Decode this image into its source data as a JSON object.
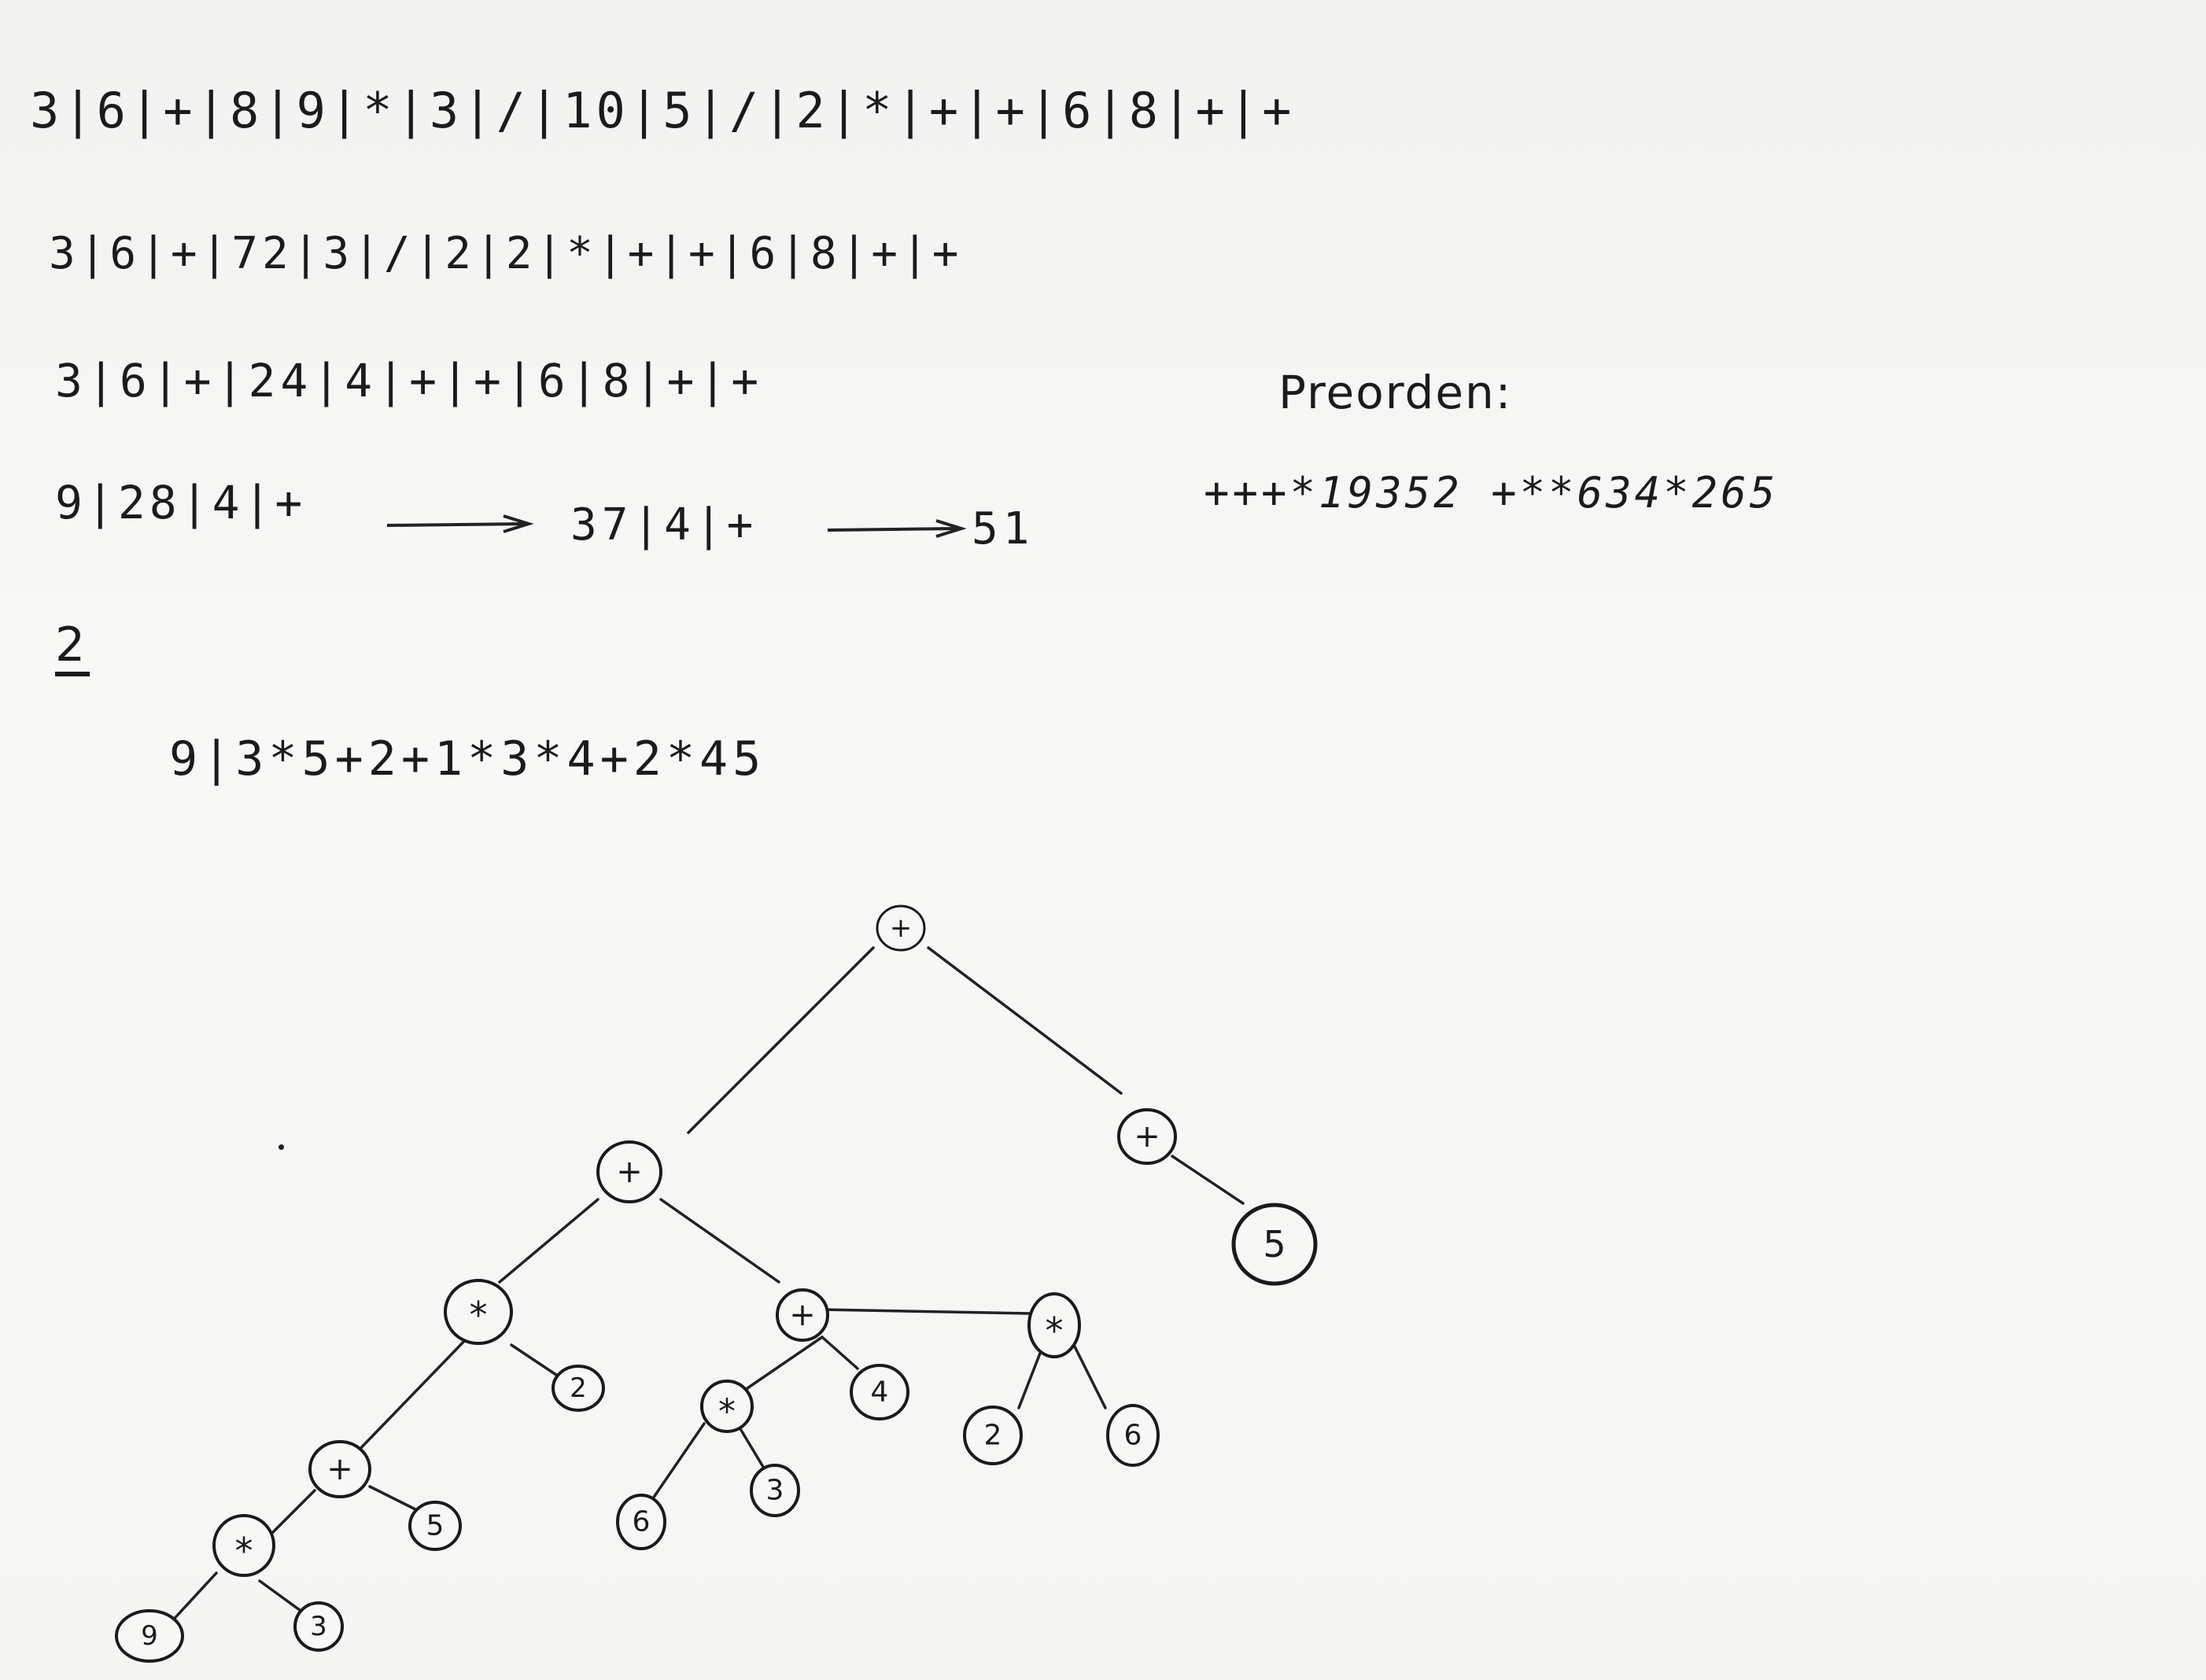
{
  "lines": {
    "line1": "3|6|+|8|9|*|3|/|10|5|/|2|*|+|+|6|8|+|+",
    "line2": "3|6|+|72|3|/|2|2|*|+|+|6|8|+|+",
    "line3": "3|6|+|24|4|+|+|6|8|+|+",
    "line4": "9|28|4|+",
    "line4b": "37|4|+",
    "line4c": "51"
  },
  "preorden": {
    "label": "Preorden:",
    "value": "+++*19352 +**634*265"
  },
  "section2": {
    "number": "2",
    "expression": "9|3*5+2+1*3*4+2*45"
  },
  "tree": {
    "nodes": [
      {
        "id": "root",
        "label": "+"
      },
      {
        "id": "n-plus-left",
        "label": "+"
      },
      {
        "id": "n-plus-right",
        "label": "+"
      },
      {
        "id": "n-5-right",
        "label": "5"
      },
      {
        "id": "n-mul-a",
        "label": "*"
      },
      {
        "id": "n-2-a",
        "label": "2"
      },
      {
        "id": "n-plus-b",
        "label": "+"
      },
      {
        "id": "n-5-b",
        "label": "5"
      },
      {
        "id": "n-mul-c",
        "label": "*"
      },
      {
        "id": "n-9",
        "label": "9"
      },
      {
        "id": "n-3-c",
        "label": "3"
      },
      {
        "id": "n-plus-d",
        "label": "+"
      },
      {
        "id": "n-mul-e",
        "label": "*"
      },
      {
        "id": "n-6-e",
        "label": "6"
      },
      {
        "id": "n-3-e",
        "label": "3"
      },
      {
        "id": "n-4",
        "label": "4"
      },
      {
        "id": "n-mul-f",
        "label": "*"
      },
      {
        "id": "n-2-f",
        "label": "2"
      },
      {
        "id": "n-6-f",
        "label": "6"
      }
    ]
  }
}
